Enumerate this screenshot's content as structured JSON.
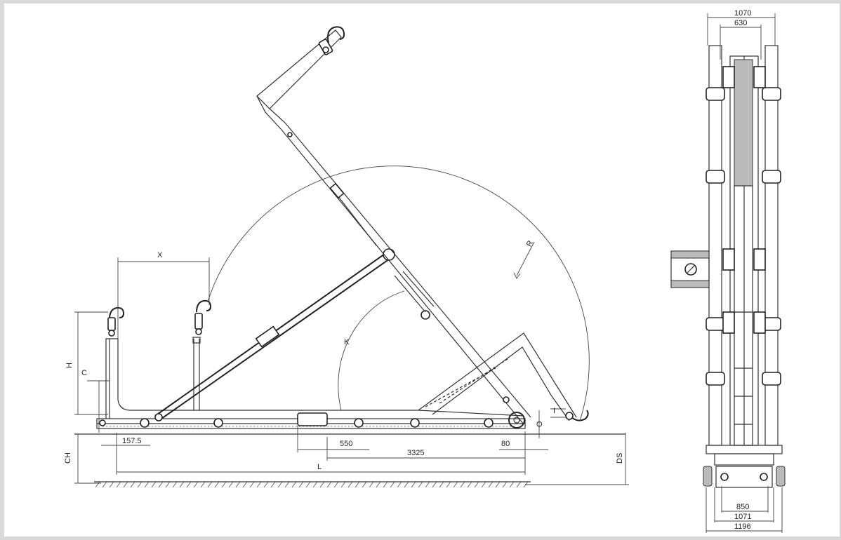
{
  "side_view": {
    "labels": {
      "x": "X",
      "h": "H",
      "c": "C",
      "k": "K",
      "r": "R",
      "i": "I",
      "o": "O",
      "ch": "CH",
      "ds": "DS",
      "l": "L"
    },
    "dimensions": {
      "d_157_5": "157.5",
      "d_550": "550",
      "d_3325": "3325",
      "d_80": "80"
    }
  },
  "front_view": {
    "dimensions": {
      "top_outer": "1070",
      "top_inner": "630",
      "bottom_inner": "850",
      "bottom_mid": "1071",
      "bottom_outer": "1196"
    }
  }
}
